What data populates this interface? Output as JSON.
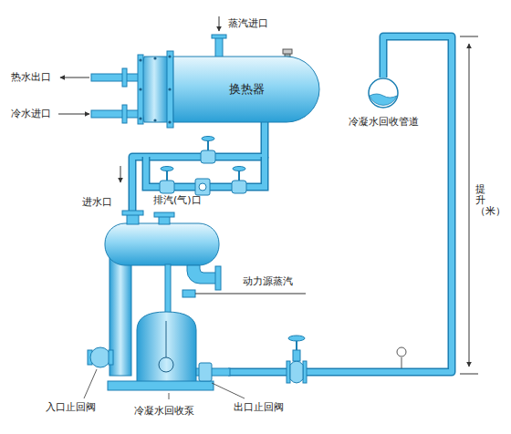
{
  "diagram": {
    "nodes": [
      {
        "text": [
          "换热器"
        ]
      },
      {
        "text": [
          "冷凝水回收泵"
        ]
      },
      {
        "text": [
          "冷凝水回收管道"
        ]
      }
    ],
    "edges": [
      {
        "from": 0,
        "to": 1,
        "arrow": "none"
      },
      {
        "from": 1,
        "to": 2,
        "arrow": "none"
      }
    ],
    "labels": [
      "蒸汽进口",
      "热水出口",
      "冷水进口",
      "提升（米）",
      "进水口",
      "排汽(气)口",
      "动力源蒸汽",
      "入口止回阀",
      "出口止回阀"
    ]
  }
}
